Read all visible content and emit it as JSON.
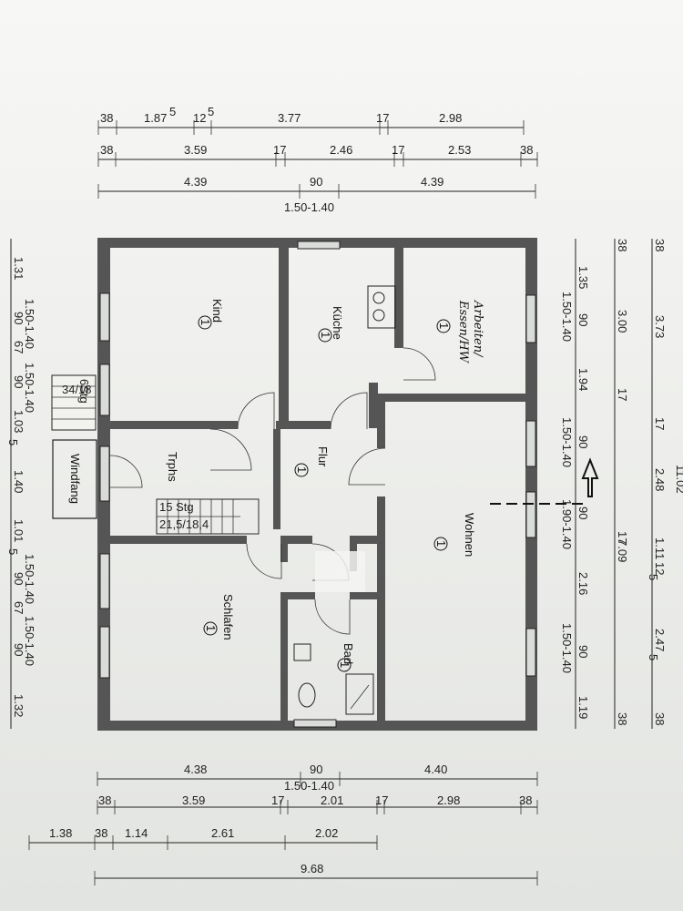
{
  "rooms": {
    "kind": "Kind",
    "kueche": "Küche",
    "arbeiten_1": "Arbeiten/",
    "arbeiten_2": "Essen/HW",
    "flur": "Flur",
    "trphs": "Trphs",
    "wohnen": "Wohnen",
    "schlafen": "Schlafen",
    "bad": "Bad",
    "windfang": "Windfang",
    "room_number": "1"
  },
  "stair": {
    "outer_label": "34/18",
    "outer_label2": "6Stg",
    "inner_label": "15 Stg",
    "inner_label2": "21,5/18,4"
  },
  "dimensions_top": {
    "row1": [
      "38",
      "1.87",
      "5",
      "12",
      "5",
      "3.77",
      "17",
      "2.98"
    ],
    "row2": [
      "38",
      "3.59",
      "17",
      "2.46",
      "17",
      "2.53",
      "38"
    ],
    "row3": [
      "4.39",
      "90",
      "4.39"
    ],
    "row3_sub": "1.50-1.40"
  },
  "dimensions_bottom": {
    "row1": [
      "4.38",
      "90",
      "4.40"
    ],
    "row1_sub": "1.50-1.40",
    "row2": [
      "38",
      "3.59",
      "17",
      "2.01",
      "17",
      "2.98",
      "38"
    ],
    "row3": [
      "1.38",
      "38",
      "1.14",
      "2.61",
      "2.02"
    ],
    "total": "9.68"
  },
  "dimensions_left": [
    "1.31",
    "90",
    "1.50-1.40",
    "67",
    "1.50-1.40",
    "90",
    "1.03",
    "5",
    "1.40",
    "1.01",
    "5",
    "90",
    "1.50-1.40",
    "67",
    "1.50-1.40",
    "90",
    "1.32"
  ],
  "dimensions_right_inner": [
    "1.35",
    "90",
    "1.50-1.40",
    "1.94",
    "90",
    "1.50-1.40",
    "1.90-1.40",
    "90",
    "2.16",
    "90",
    "1.50-1.40",
    "1.19"
  ],
  "dimensions_right_mid": [
    "38",
    "3.00",
    "17",
    "7.09",
    "17",
    "38"
  ],
  "dimensions_right_outer": [
    "38",
    "3.73",
    "17",
    "2.48",
    "1.11",
    "12",
    "5",
    "2.47",
    "5",
    "38"
  ],
  "dimensions_right_total": "11.02"
}
